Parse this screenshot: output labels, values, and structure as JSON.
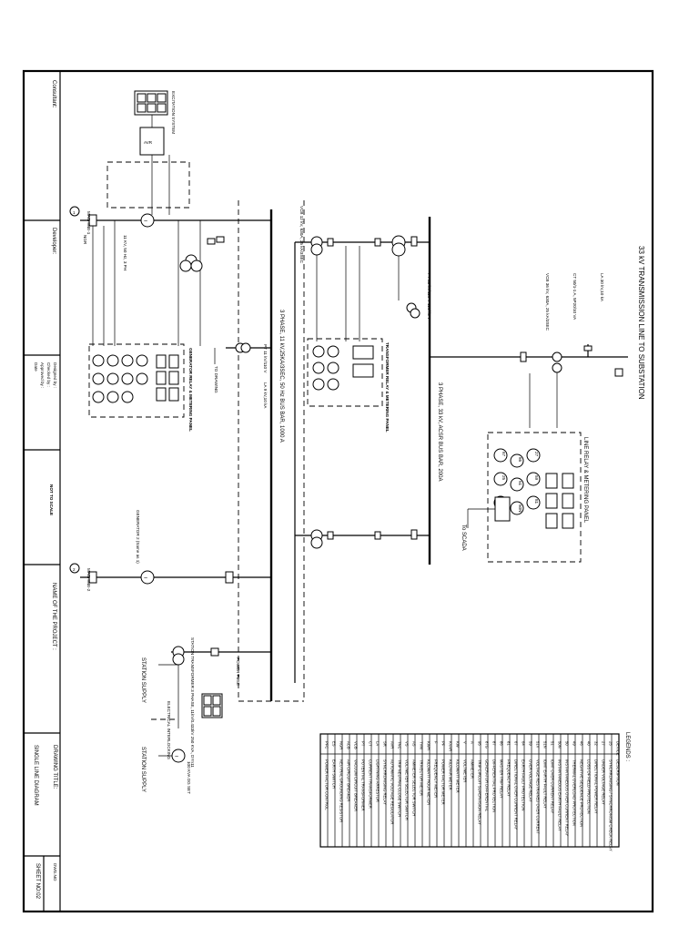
{
  "title_block": {
    "consultant_label": "Consultant:",
    "developer_label": "Developer:",
    "designed_label": "Designed by  :",
    "checked_label": "Checked by  :",
    "approved_label": "Approved by  :",
    "date_label": "Date",
    "project_label": "NAME OF THE PROJECT :",
    "drawing_title_label": "DRAWING TITLE:",
    "drawing_title": "SINGLE LINE DIAGRAM",
    "dwg_no_label": "DWG.NO",
    "sheet_no": "SHEET NO:02",
    "center_stamp": "NOT TO SCALE"
  },
  "diagram": {
    "transmission_line": "33 kV TRANSMISSION LINE TO SUBSTATION",
    "bus_33kv": "3 PHASE, 33 kV, ACSR BUS BAR, 200A",
    "bus_11kv": "3 PHASE, 11 kV,25KA/3SEC, 50 Hz BUS BAR, 1000 A",
    "line_relay_panel": "LINE RELAY & METERING PANEL",
    "to_scada": "To SCADA",
    "machine_1": "MACHINE-1",
    "machine_2": "MACHINE-2",
    "gen_ref_1": "1",
    "gen_ref_2": "2",
    "generator_2_note": "GENERATOR 2 (Same as 1)",
    "station_supply_1": "STATION SUPPLY",
    "station_supply_2": "STATION SUPPLY",
    "dg_set": "100 KVA DG SET",
    "power_fuse": "POWER FUSE",
    "to_drawing": "TO DRAWING",
    "transformer_panel": "TRANSFORMER RELAY & METERING PANEL",
    "generator_panel": "GENERATOR RELAY & METERING PANEL",
    "interlock": "ELECTRICAL INTERLOCKING",
    "la_33kv": "LA 30 kV,10 kA",
    "la_11kv": "LA 9 kV,10 kA",
    "vcb_33kv": "VCB 36 kV, 630A, 25 kA/3SEC",
    "vcb_11kv": "VCB 12 kV, 630A, 25 kA/3SEC",
    "ct_33kv": "CT 50/1-1 A, 5P20/10 VA",
    "pt_33kv": "PT 33 kV/110 V 110/√3 V",
    "pt_11kv": "PT 11 kV/110 V",
    "excitation_system": "EXCITATION SYSTEM",
    "gen_rating": "11 KV, 50 Hz, 3 PH",
    "neutral_grounding": "NGR",
    "station_transformer": "STATION TRANSFORMER 3 PHASE, 11kV/0.433kV 250 KVA, DYn11"
  },
  "relay_panel_devices": [
    "27",
    "59",
    "81",
    "86",
    "51",
    "50N",
    "67",
    "25",
    "32"
  ],
  "legend": {
    "title": "LEGENDS :",
    "col_header_code": "DEVICE",
    "col_header_desc": "DESCRIPTION",
    "items": [
      [
        "25",
        "SYNCHRONISING / SYNCHRONISM CHECK RELAY"
      ],
      [
        "27",
        "UNDER VOLTAGE RELAY"
      ],
      [
        "32",
        "DIRECTIONAL POWER RELAY"
      ],
      [
        "40",
        "LOSS OF FIELD PROTECTION"
      ],
      [
        "46",
        "NEGATIVE SEQUENCE PROTECTION"
      ],
      [
        "49",
        "THERMAL OVERLOAD PROTECTION"
      ],
      [
        "50",
        "INSTANTANEOUS OVER CURRENT RELAY"
      ],
      [
        "50N",
        "INSTANTANEOUS EARTH FAULT RELAY"
      ],
      [
        "51",
        "IDMT OVER CURRENT RELAY"
      ],
      [
        "51N",
        "IDMT EARTH FAULT RELAY"
      ],
      [
        "51V",
        "VOLTAGE RESTRAINED OVER CURRENT"
      ],
      [
        "59",
        "OVER VOLTAGE RELAY"
      ],
      [
        "64",
        "EARTH FAULT PROTECTION"
      ],
      [
        "67",
        "DIRECTIONAL OVER CURRENT RELAY"
      ],
      [
        "81",
        "FREQUENCY RELAY"
      ],
      [
        "86",
        "MASTER TRIP RELAY"
      ],
      [
        "87",
        "DIFFERENTIAL PROTECTION"
      ],
      [
        "87G",
        "GENERATOR DIFFERENTIAL"
      ],
      [
        "95",
        "TRIP CIRCUIT SUPERVISION RELAY"
      ],
      [
        "A",
        "AMMETER"
      ],
      [
        "V",
        "VOLTMETER"
      ],
      [
        "KW",
        "KILOWATT METER"
      ],
      [
        "KVAR",
        "KILOVAR METER"
      ],
      [
        "PF",
        "POWER FACTOR METER"
      ],
      [
        "F",
        "FREQUENCY METER"
      ],
      [
        "KWH",
        "KILOWATT HOUR METER"
      ],
      [
        "TVM",
        "TRIVECTOR METER"
      ],
      [
        "AS",
        "AMMETER SELECTOR SWITCH"
      ],
      [
        "VS",
        "VOLTMETER SELECTOR SWITCH"
      ],
      [
        "TNC",
        "TRIP NEUTRAL CLOSE SWITCH"
      ],
      [
        "AVR",
        "AUTOMATIC VOLTAGE REGULATOR"
      ],
      [
        "SR",
        "SYNCHRONISING RELAY"
      ],
      [
        "LA",
        "LIGHTNING ARRESTOR"
      ],
      [
        "CT",
        "CURRENT TRANSFORMER"
      ],
      [
        "PT",
        "POTENTIAL TRANSFORMER"
      ],
      [
        "VCB",
        "VACUUM CIRCUIT BREAKER"
      ],
      [
        "ACB",
        "AIR CIRCUIT BREAKER"
      ],
      [
        "NGR",
        "NEUTRAL GROUNDING RESISTOR"
      ],
      [
        "ES",
        "EARTH SWITCH"
      ],
      [
        "PFC",
        "POWER FACTOR CONTROL"
      ]
    ]
  }
}
